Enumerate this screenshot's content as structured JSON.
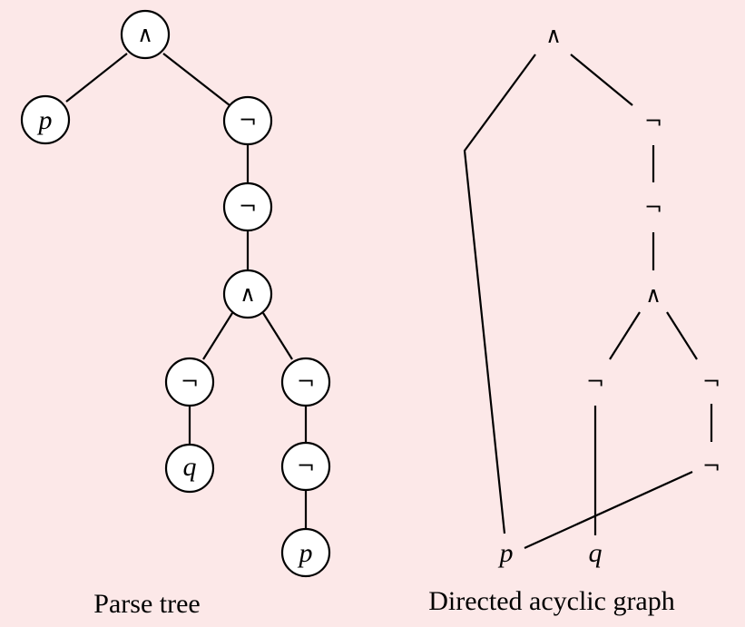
{
  "parse_tree": {
    "caption": "Parse tree",
    "nodes": {
      "root_and": "∧",
      "p_left": "p",
      "not_1": "¬",
      "not_2": "¬",
      "inner_and": "∧",
      "not_left": "¬",
      "q": "q",
      "not_right_1": "¬",
      "not_right_2": "¬",
      "p_right": "p"
    }
  },
  "dag": {
    "caption": "Directed acyclic graph",
    "nodes": {
      "root_and": "∧",
      "not_1": "¬",
      "not_2": "¬",
      "inner_and": "∧",
      "not_left": "¬",
      "not_right_1": "¬",
      "not_right_2": "¬",
      "p": "p",
      "q": "q"
    }
  },
  "colors": {
    "background": "#fce8e8",
    "stroke": "#000000",
    "node_fill": "#ffffff"
  }
}
